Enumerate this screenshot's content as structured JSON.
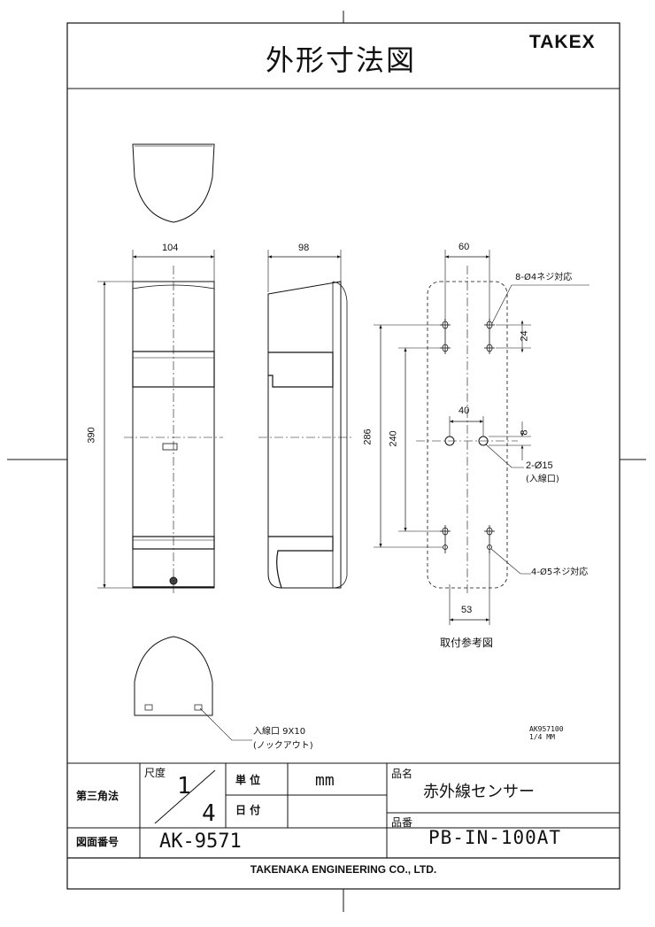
{
  "header": {
    "title": "外形寸法図",
    "brand": "TAKEX"
  },
  "dimensions": {
    "front_width": "104",
    "side_depth": "98",
    "height": "390",
    "mount_pitch_top": "60",
    "hole_spec_top": "8-Ø4ネジ対応",
    "offset_24": "24",
    "cable_pitch": "40",
    "offset_8": "8",
    "mount_height_outer": "286",
    "mount_height_inner": "240",
    "cable_hole_spec": "2-Ø15",
    "cable_hole_note": "(入線口)",
    "hole_spec_bottom": "4-Ø5ネジ対応",
    "mount_pitch_bottom": "53"
  },
  "notes": {
    "mount_reference": "取付参考図",
    "inlet_spec": "入線口 9X10",
    "inlet_note": "(ノックアウト)",
    "drawing_code": "AK957100",
    "drawing_scale_unit": "1/4 MM"
  },
  "title_block": {
    "projection": "第三角法",
    "scale_label": "尺度",
    "scale_numerator": "1",
    "scale_denominator": "4",
    "unit_label": "単 位",
    "unit_value": "mm",
    "date_label": "日 付",
    "date_value": "",
    "product_name_label": "品名",
    "product_name": "赤外線センサー",
    "drawing_no_label": "図面番号",
    "drawing_no": "AK-9571",
    "part_no_label": "品番",
    "part_no": "PB-IN-100AT",
    "company": "TAKENAKA ENGINEERING CO., LTD."
  }
}
